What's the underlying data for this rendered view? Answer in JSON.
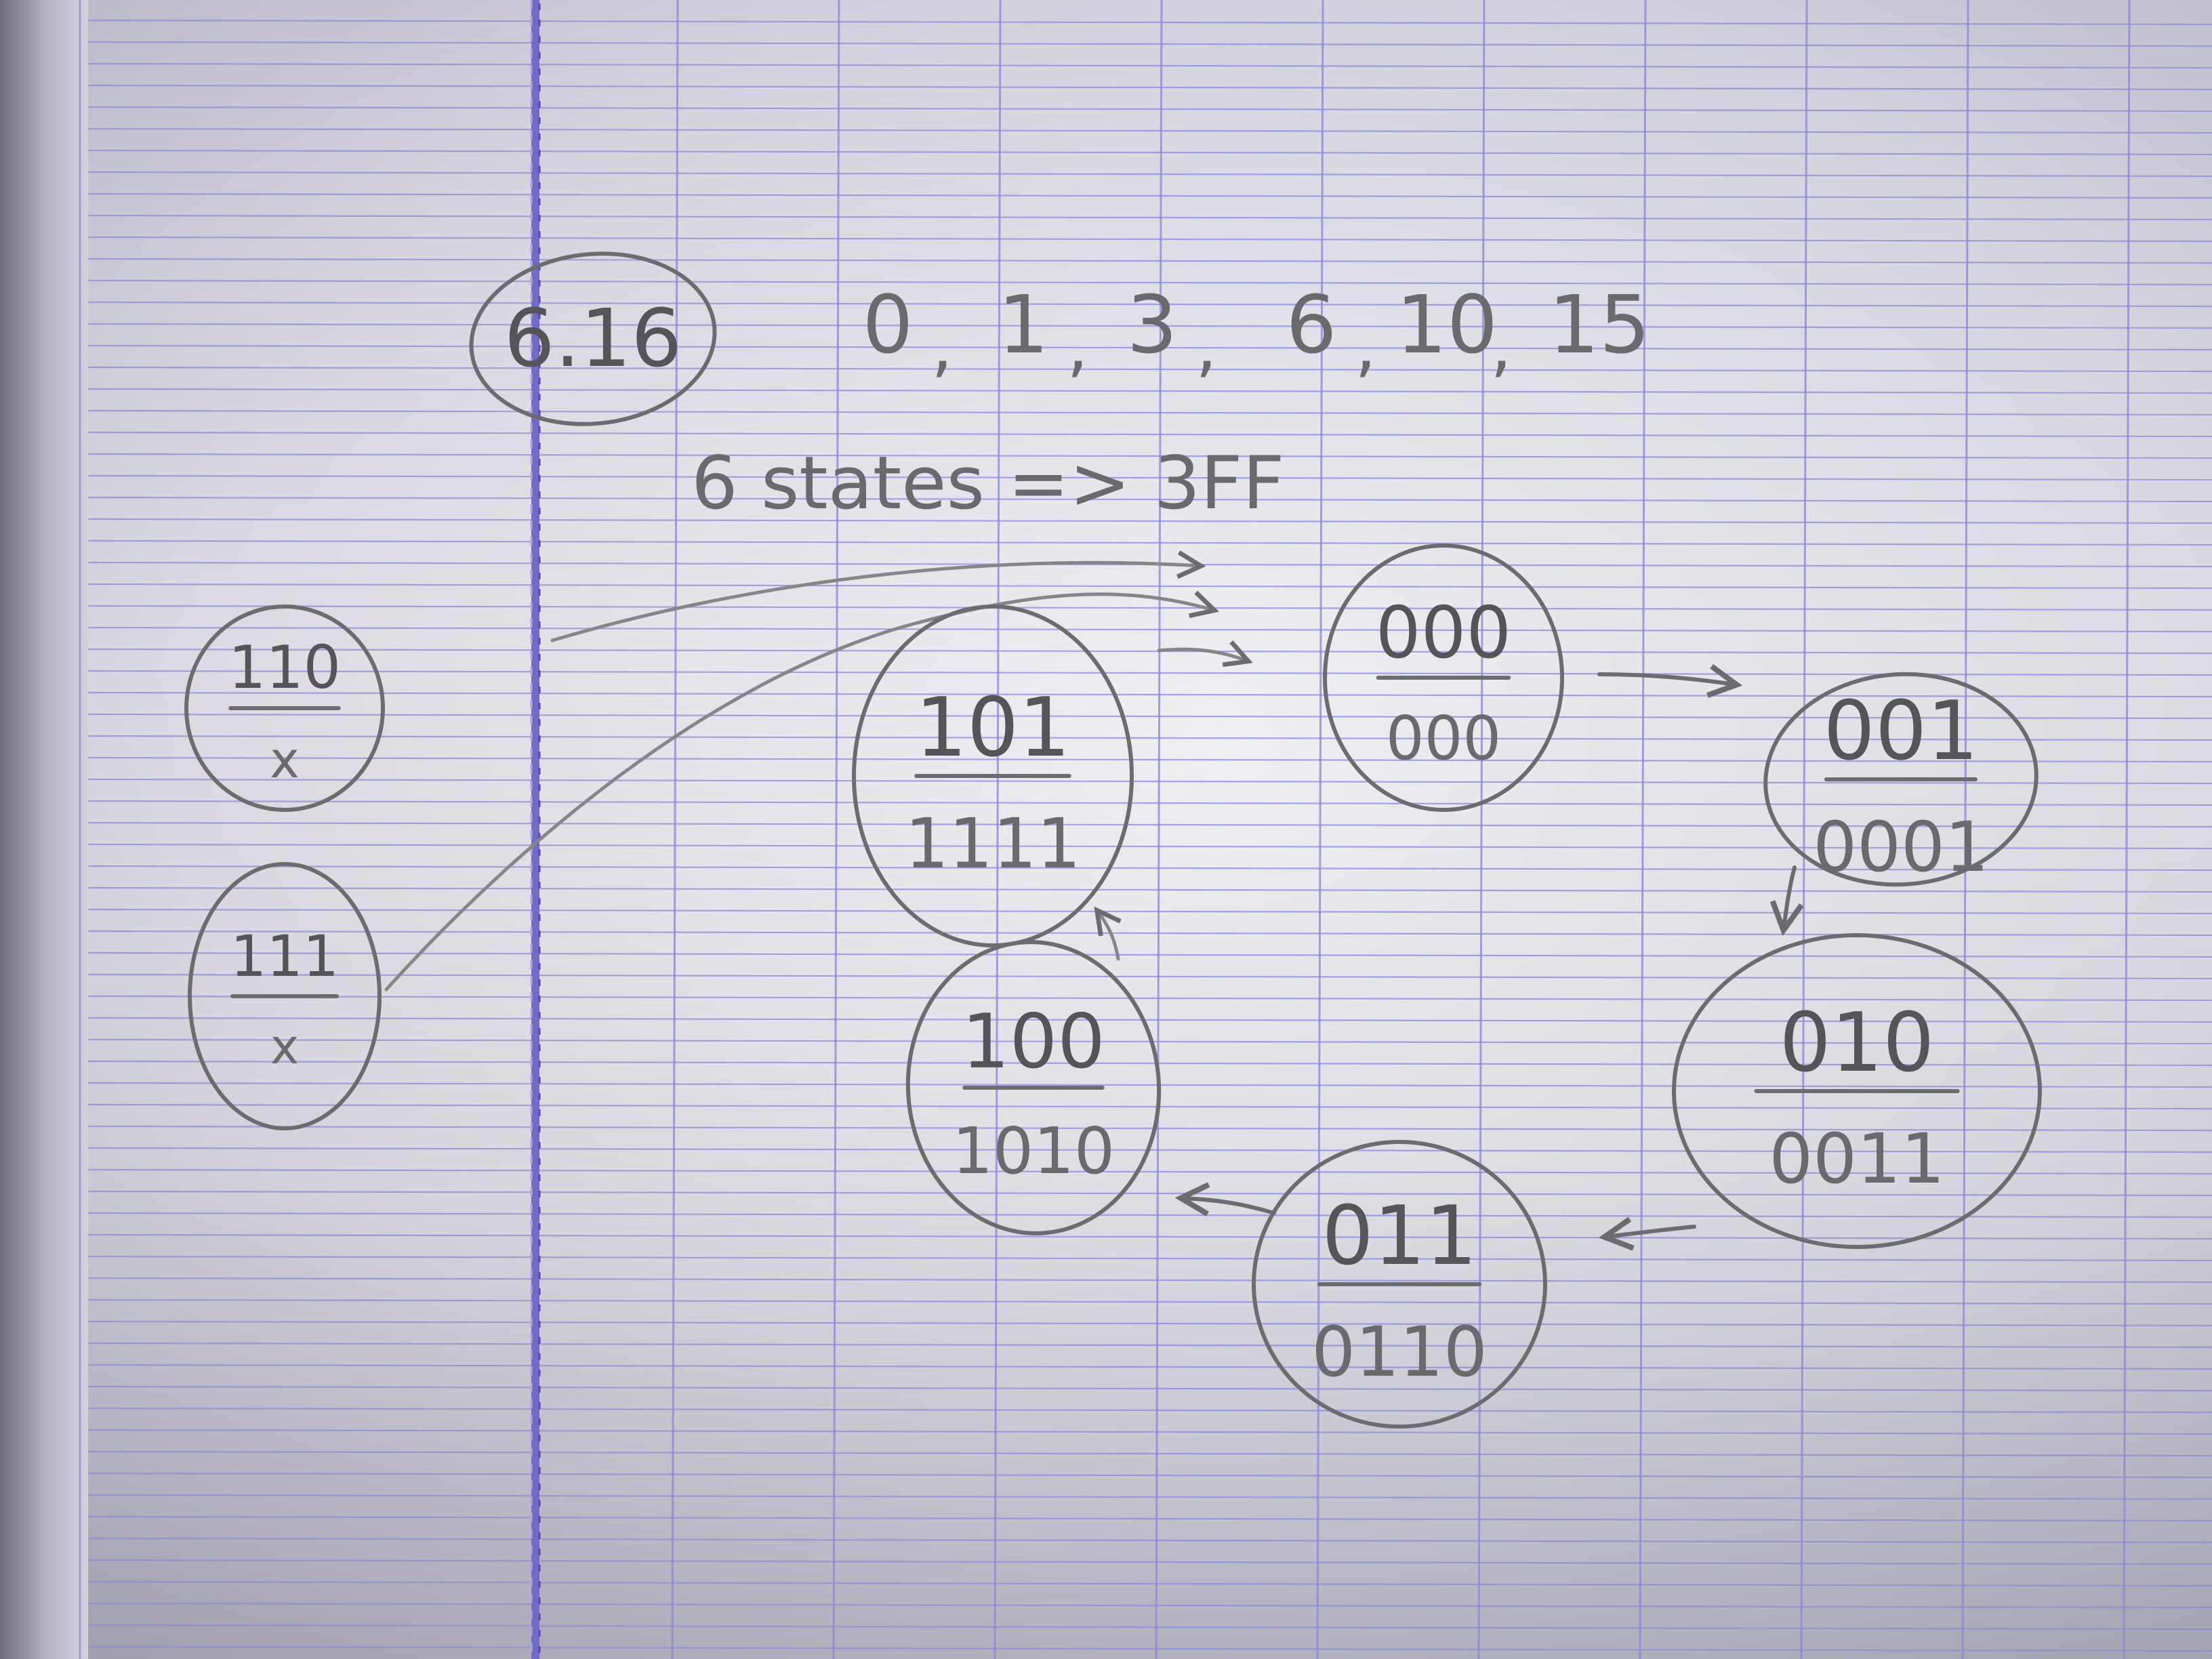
{
  "problem_number": "6.16",
  "sequence": [
    "0",
    "1",
    "3",
    "6",
    "10",
    "15"
  ],
  "states_note": "6 states => 3FF",
  "states": [
    {
      "id": "s000",
      "code": "000",
      "output": "000"
    },
    {
      "id": "s001",
      "code": "001",
      "output": "0001"
    },
    {
      "id": "s010",
      "code": "010",
      "output": "0011"
    },
    {
      "id": "s011",
      "code": "011",
      "output": "0110"
    },
    {
      "id": "s100",
      "code": "100",
      "output": "1010"
    },
    {
      "id": "s101",
      "code": "101",
      "output": "1111"
    },
    {
      "id": "s110",
      "code": "110",
      "output": "x"
    },
    {
      "id": "s111",
      "code": "111",
      "output": "x"
    }
  ],
  "transitions": [
    {
      "from": "000",
      "to": "001"
    },
    {
      "from": "001",
      "to": "010"
    },
    {
      "from": "010",
      "to": "011"
    },
    {
      "from": "011",
      "to": "100"
    },
    {
      "from": "100",
      "to": "101"
    },
    {
      "from": "101",
      "to": "000"
    },
    {
      "from": "110",
      "to": "000"
    },
    {
      "from": "111",
      "to": "000"
    }
  ],
  "colors": {
    "paper": "#d8d6e0",
    "grid_line": "#8c8ad8",
    "margin_line": "#6f6cc8",
    "pencil": "#6c6c70"
  }
}
